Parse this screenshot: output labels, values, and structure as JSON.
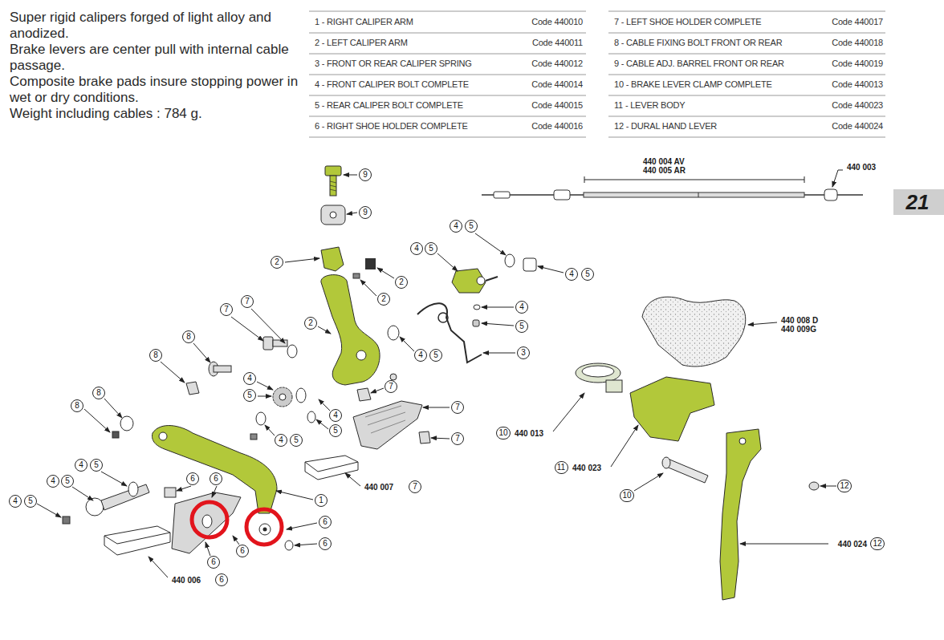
{
  "diagram": {
    "nodes": [
      {
        "text": [
          "9"
        ]
      },
      {
        "text": [
          "9"
        ]
      },
      {
        "text": [
          "4"
        ]
      },
      {
        "text": [
          "5"
        ]
      },
      {
        "text": [
          "4"
        ]
      },
      {
        "text": [
          "5"
        ]
      },
      {
        "text": [
          "2"
        ]
      },
      {
        "text": [
          "4"
        ]
      },
      {
        "text": [
          "5"
        ]
      },
      {
        "text": [
          "2"
        ]
      },
      {
        "text": [
          "2"
        ]
      },
      {
        "text": [
          "7"
        ]
      },
      {
        "text": [
          "7"
        ]
      },
      {
        "text": [
          "4"
        ]
      },
      {
        "text": [
          "5"
        ]
      },
      {
        "text": [
          "2"
        ]
      },
      {
        "text": [
          "8"
        ]
      },
      {
        "text": [
          "3"
        ]
      },
      {
        "text": [
          "4"
        ]
      },
      {
        "text": [
          "5"
        ]
      },
      {
        "text": [
          "8"
        ]
      },
      {
        "text": [
          "4"
        ]
      },
      {
        "text": [
          "7"
        ]
      },
      {
        "text": [
          "8"
        ]
      },
      {
        "text": [
          "5"
        ]
      },
      {
        "text": [
          "8"
        ]
      },
      {
        "text": [
          "7"
        ]
      },
      {
        "text": [
          "4"
        ]
      },
      {
        "text": [
          "5"
        ]
      },
      {
        "text": [
          "10"
        ]
      },
      {
        "text": [
          "7"
        ]
      },
      {
        "text": [
          "4"
        ]
      },
      {
        "text": [
          "5"
        ]
      },
      {
        "text": [
          "4"
        ]
      },
      {
        "text": [
          "5"
        ]
      },
      {
        "text": [
          "11"
        ]
      },
      {
        "text": [
          "6"
        ]
      },
      {
        "text": [
          "6"
        ]
      },
      {
        "text": [
          "4"
        ]
      },
      {
        "text": [
          "5"
        ]
      },
      {
        "text": [
          "12"
        ]
      },
      {
        "text": [
          "7"
        ]
      },
      {
        "text": [
          "10"
        ]
      },
      {
        "text": [
          "1"
        ]
      },
      {
        "text": [
          "4"
        ]
      },
      {
        "text": [
          "5"
        ]
      },
      {
        "text": [
          "6"
        ]
      },
      {
        "text": [
          "12"
        ]
      },
      {
        "text": [
          "6"
        ]
      },
      {
        "text": [
          "6"
        ]
      },
      {
        "text": [
          "6"
        ]
      },
      {
        "text": [
          "6"
        ]
      }
    ],
    "labels": [
      "Super rigid calipers forged of light alloy and anodized.",
      "Brake levers are center pull with internal cable passage.",
      "Composite brake pads insure stopping power in wet or dry conditions.",
      "Weight including cables : 784 g.",
      "1 - RIGHT CALIPER ARM",
      "Code 440010",
      "2 - LEFT CALIPER ARM",
      "Code 440011",
      "3 - FRONT OR REAR CALIPER SPRING",
      "Code 440012",
      "4 - FRONT CALIPER BOLT COMPLETE",
      "Code 440014",
      "5 - REAR CALIPER BOLT COMPLETE",
      "Code 440015",
      "6 - RIGHT SHOE HOLDER COMPLETE",
      "Code 440016",
      "7 - LEFT SHOE HOLDER COMPLETE",
      "Code 440017",
      "8 - CABLE FIXING BOLT FRONT OR REAR",
      "Code 440018",
      "9 - CABLE ADJ. BARREL FRONT OR REAR",
      "Code 440019",
      "10 - BRAKE LEVER CLAMP COMPLETE",
      "Code 440013",
      "11 - LEVER BODY",
      "Code 440023",
      "12 - DURAL HAND LEVER",
      "Code 440024",
      "440 004 AV",
      "440 005 AR",
      "440 003",
      "21",
      "440 008 D",
      "440 009G",
      "440 013",
      "440 023",
      "440 007",
      "440 024",
      "440 006"
    ]
  }
}
